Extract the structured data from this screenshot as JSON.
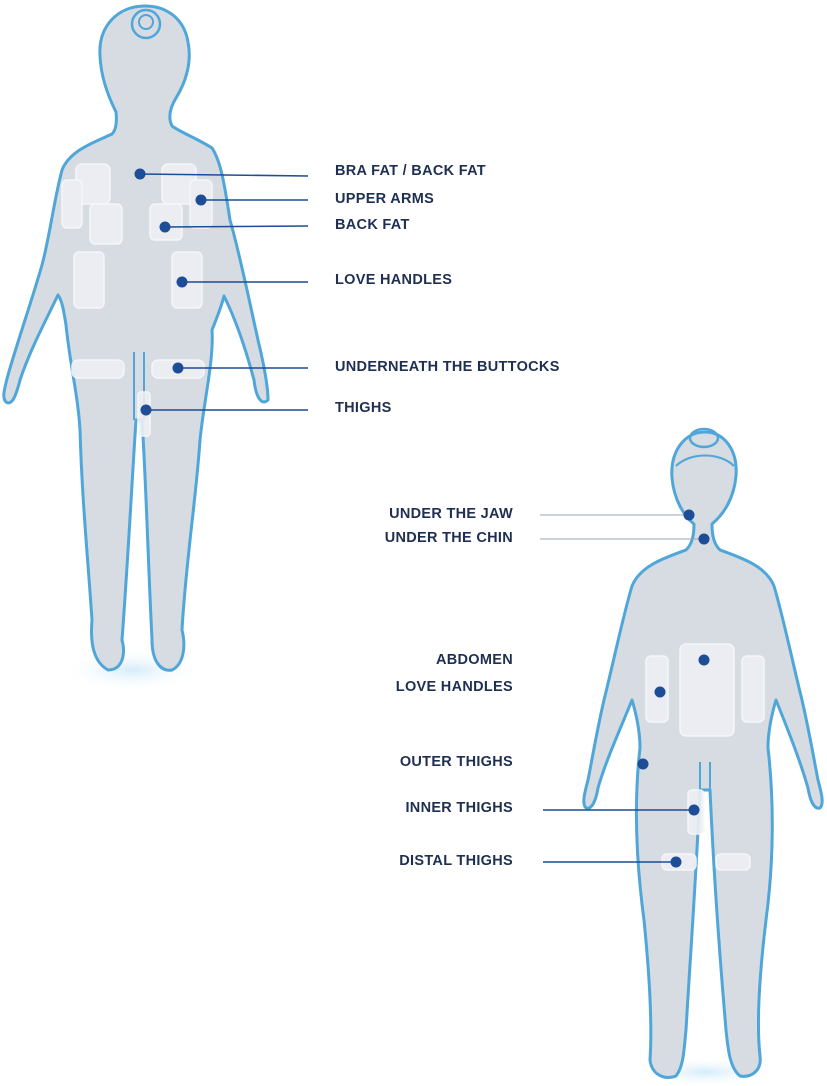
{
  "colors": {
    "outline": "#4fa6d8",
    "body_fill": "#d7dbe2",
    "glow": "#d2ebf8",
    "patch_fill": "#eef0f4",
    "patch_stroke": "#f8f9fb",
    "dot": "#1c4d96",
    "leader": "#1c4d96",
    "leader_light": "#9aa6b6",
    "label": "#1f2f52",
    "background": "#ffffff"
  },
  "back_view": {
    "labels": [
      {
        "id": "bra-fat",
        "text": "BRA FAT / BACK FAT"
      },
      {
        "id": "upper-arms",
        "text": "UPPER ARMS"
      },
      {
        "id": "back-fat",
        "text": "BACK FAT"
      },
      {
        "id": "love-handles",
        "text": "LOVE HANDLES"
      },
      {
        "id": "underneath-buttocks",
        "text": "UNDERNEATH THE BUTTOCKS"
      },
      {
        "id": "thighs",
        "text": "THIGHS"
      }
    ]
  },
  "front_view": {
    "labels": [
      {
        "id": "under-jaw",
        "text": "UNDER THE JAW"
      },
      {
        "id": "under-chin",
        "text": "UNDER THE CHIN"
      },
      {
        "id": "abdomen",
        "text": "ABDOMEN"
      },
      {
        "id": "love-handles",
        "text": "LOVE HANDLES"
      },
      {
        "id": "outer-thighs",
        "text": "OUTER THIGHS"
      },
      {
        "id": "inner-thighs",
        "text": "INNER THIGHS"
      },
      {
        "id": "distal-thighs",
        "text": "DISTAL THIGHS"
      }
    ]
  }
}
